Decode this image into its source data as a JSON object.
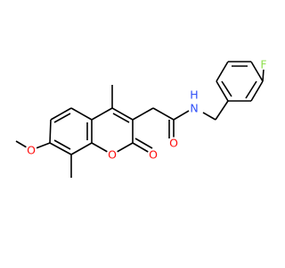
{
  "colors": {
    "background": "#ffffff",
    "bond": "#000000",
    "oxygen": "#ff0d0d",
    "nitrogen": "#3050f8",
    "fluorine": "#90e050",
    "hydrogen": "#3050f8"
  },
  "atoms": {
    "o_methoxy": "O",
    "o_ring": "O",
    "o_lactone_carbonyl": "O",
    "o_amide_carbonyl": "O",
    "n_amide": "N",
    "h_amide": "H",
    "f_aryl": "F"
  }
}
